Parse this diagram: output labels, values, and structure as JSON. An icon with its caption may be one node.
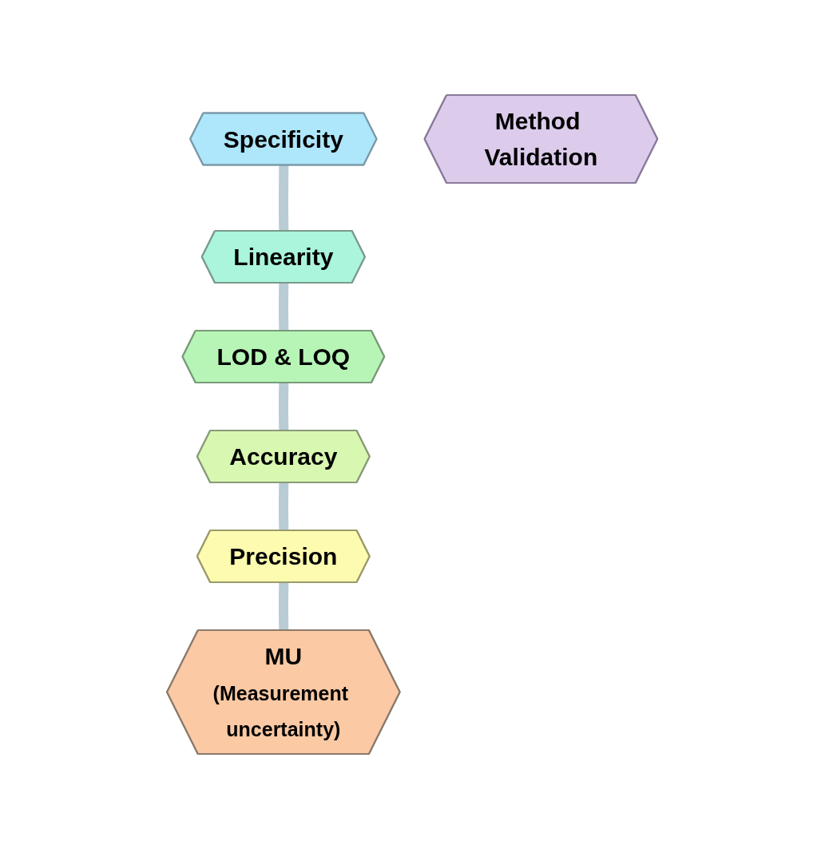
{
  "diagram": {
    "nodes": [
      {
        "text": [
          "Specificity"
        ]
      },
      {
        "text": [
          "MU",
          "(Measurement uncertainty)"
        ]
      },
      {
        "text": [
          "Linearity"
        ]
      },
      {
        "text": [
          "Method Validation"
        ]
      },
      {
        "text": [
          "Precision"
        ]
      },
      {
        "text": [
          "LOD & LOQ"
        ]
      },
      {
        "text": [
          "Accuracy"
        ]
      }
    ],
    "edges": [
      {
        "from": 0,
        "to": 2,
        "arrow": "none"
      },
      {
        "from": 2,
        "to": 5,
        "arrow": "none"
      },
      {
        "from": 5,
        "to": 6,
        "arrow": "none"
      },
      {
        "from": 6,
        "to": 4,
        "arrow": "none"
      },
      {
        "from": 4,
        "to": 1,
        "arrow": "none"
      }
    ]
  }
}
